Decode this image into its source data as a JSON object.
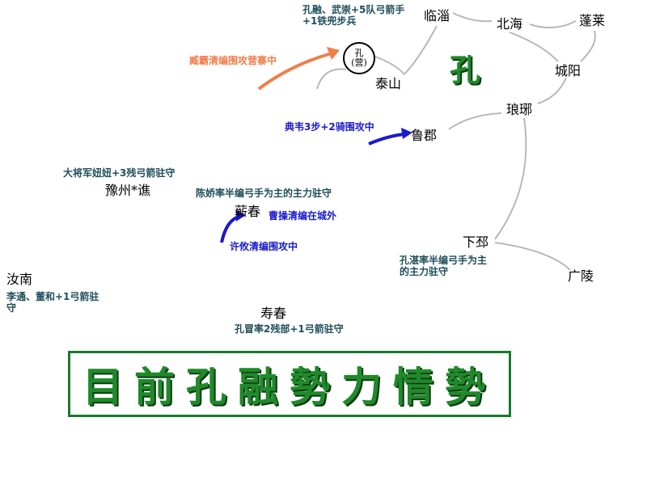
{
  "banner": "目前孔融勢力情勢",
  "faction_glyph": "孔",
  "camp": {
    "top": "孔",
    "bottom": "(营)"
  },
  "cities": {
    "linzi": "临淄",
    "beihai": "北海",
    "penglai": "蓬莱",
    "chengyang": "城阳",
    "taishan": "泰山",
    "langya": "琅琊",
    "lujun": "鲁郡",
    "yuzhou_qiao": "豫州*谯",
    "qichun": "蕲春",
    "xiapi": "下邳",
    "runan": "汝南",
    "guangling": "广陵",
    "shouchun": "寿春"
  },
  "notes": {
    "kongrong_army_1": "孔融、武崇+5队弓箭手",
    "kongrong_army_2": "+1铁兜步兵",
    "zangba_attack": "臧霸清编围攻营寨中",
    "dianwei_attack": "典韦3步+2骑围攻中",
    "dajiang": "大将军妞妞+3残弓箭驻守",
    "chenjiao": "陈娇率半编弓手为主的主力驻守",
    "caocao": "曹操清编在城外",
    "xuzhu": "许攸清编围攻中",
    "kongzhan_1": "孔湛率半编弓手为主",
    "kongzhan_2": "的主力驻守",
    "litong_1": "李通、董和+1弓箭驻",
    "litong_2": "守",
    "kongmao": "孔冒率2残部+1弓箭驻守"
  },
  "colors": {
    "road": "#b8b8b8",
    "teal_text": "#1f4e5a",
    "blue_arrow": "#1a1acc",
    "orange_arrow": "#f07e4a",
    "banner_green": "#1f8a2a",
    "banner_border": "#187a2a"
  }
}
